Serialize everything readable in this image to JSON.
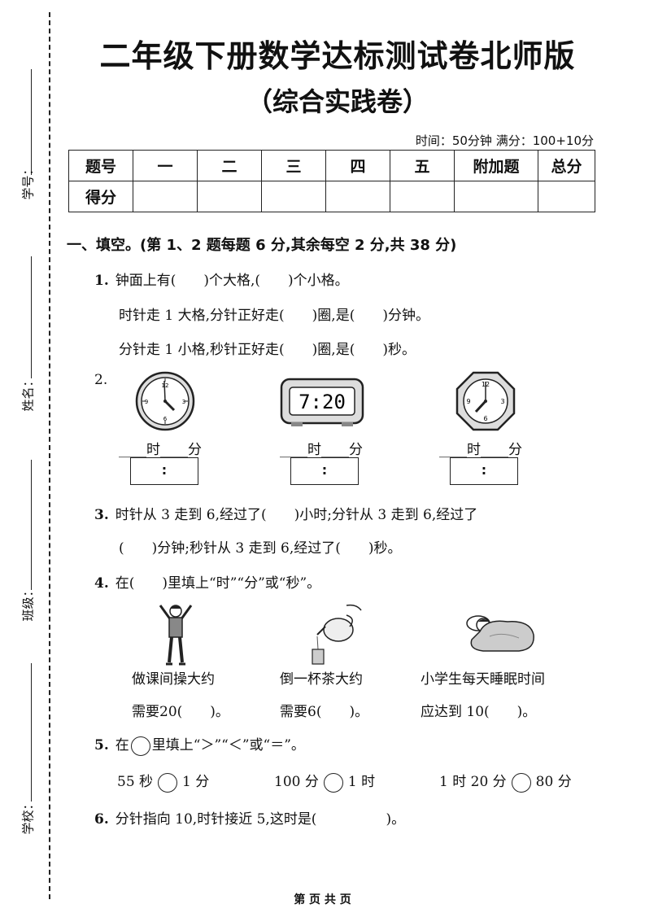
{
  "side_fields": [
    {
      "label": "学号："
    },
    {
      "label": "姓名："
    },
    {
      "label": "班级："
    },
    {
      "label": "学校："
    }
  ],
  "title": "二年级下册数学达标测试卷北师版",
  "subtitle": "（综合实践卷）",
  "time_info": "时间：50分钟  满分：100+10分",
  "score_table": {
    "headers": [
      "题号",
      "一",
      "二",
      "三",
      "四",
      "五",
      "附加题",
      "总分"
    ],
    "row_label": "得分"
  },
  "section1": "一、填空。(第 1、2 题每题 6 分,其余每空 2 分,共 38 分)",
  "q1": {
    "num": "1.",
    "line1": "钟面上有(　　)个大格,(　　)个小格。",
    "line2": "时针走 1 大格,分针正好走(　　)圈,是(　　)分钟。",
    "line3": "分针走 1 小格,秒针正好走(　　)圈,是(　　)秒。"
  },
  "q2": {
    "num": "2.",
    "digital_display": "7:20",
    "clock_numbers": [
      "12",
      "3",
      "6",
      "9"
    ],
    "answer_label": "____时____分",
    "box_colon": ":"
  },
  "q3": {
    "num": "3.",
    "line1": "时针从 3 走到 6,经过了(　　)小时;分针从 3 走到 6,经过了",
    "line2": "(　　)分钟;秒针从 3 走到 6,经过了(　　)秒。"
  },
  "q4": {
    "num": "4.",
    "prompt": "在(　　)里填上“时”“分”或“秒”。",
    "items": [
      {
        "line1": "做课间操大约",
        "line2": "需要20(　　)。"
      },
      {
        "line1": "倒一杯茶大约",
        "line2": "需要6(　　)。"
      },
      {
        "line1": "小学生每天睡眠时间",
        "line2": "应达到 10(　　)。"
      }
    ]
  },
  "q5": {
    "num": "5.",
    "prompt_a": "在",
    "prompt_b": "里填上“＞”“＜”或“＝”。",
    "items": [
      {
        "left": "55 秒",
        "right": "1 分"
      },
      {
        "left": "100 分",
        "right": "1 时"
      },
      {
        "left": "1 时 20 分",
        "right": "80 分"
      }
    ]
  },
  "q6": {
    "num": "6.",
    "text": "分针指向 10,时针接近 5,这时是(　　　　　)。"
  },
  "footer": "第 页 共 页"
}
